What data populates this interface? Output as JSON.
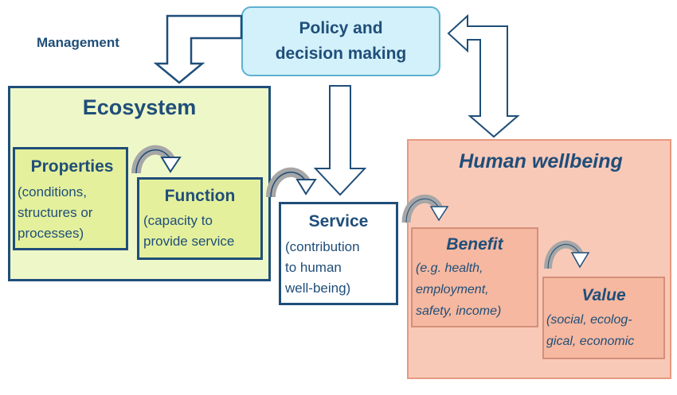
{
  "colors": {
    "dark_blue": "#1f4e79",
    "ecosystem_fill": "#eef7c8",
    "ecosystem_border": "#1f4e79",
    "inner_green_fill": "#e4f09c",
    "policy_fill": "#d3f1fa",
    "policy_border": "#5db0cf",
    "human_fill": "#f9c9b8",
    "human_border": "#e69a80",
    "inner_salmon_fill": "#f6b8a0",
    "service_fill": "#ffffff",
    "arrow_outline": "#1f4e79",
    "curved_arrow_gray": "#a6a6a6"
  },
  "labels": {
    "management": "Management",
    "policy_line1": "Policy and",
    "policy_line2": "decision making",
    "ecosystem": "Ecosystem",
    "properties_title": "Properties",
    "properties_line1": "(conditions,",
    "properties_line2": "structures or",
    "properties_line3": "processes)",
    "function_title": "Function",
    "function_line1": "(capacity to",
    "function_line2": "provide service",
    "service_title": "Service",
    "service_line1": "(contribution",
    "service_line2": "to human",
    "service_line3": "well-being)",
    "human_wellbeing": "Human wellbeing",
    "benefit_title": "Benefit",
    "benefit_line1": "(e.g. health,",
    "benefit_line2": "employment,",
    "benefit_line3": "safety, income)",
    "value_title": "Value",
    "value_line1": "(social, ecolog-",
    "value_line2": "gical, economic"
  },
  "icons": {
    "management_arrow": "hollow-bent-arrow-down",
    "policy_to_service_arrow": "hollow-arrow-down",
    "human_to_policy_arrow": "hollow-bent-arrow-up-left",
    "properties_to_function": "curved-arrow-right",
    "function_to_service": "curved-arrow-right",
    "service_to_benefit": "curved-arrow-right",
    "benefit_to_value": "curved-arrow-right"
  }
}
